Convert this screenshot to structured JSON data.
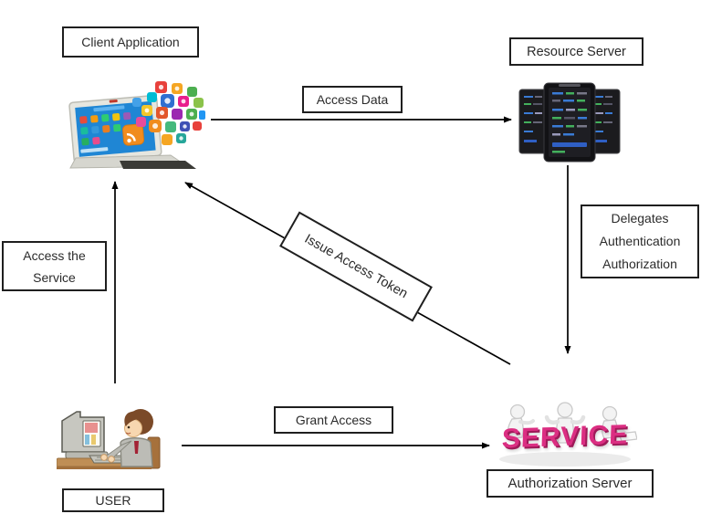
{
  "diagram_type": "oauth-flow-diagram",
  "nodes": {
    "client_app": {
      "label": "Client Application"
    },
    "resource_server": {
      "label": "Resource Server"
    },
    "authorization_server": {
      "label": "Authorization Server"
    },
    "user": {
      "label": "USER"
    }
  },
  "edges": {
    "access_data": {
      "label": "Access Data",
      "from": "client_app",
      "to": "resource_server"
    },
    "delegates": {
      "lines": [
        "Delegates",
        "Authentication",
        "Authorization"
      ],
      "from": "resource_server",
      "to": "authorization_server"
    },
    "issue_access_token": {
      "label": "Issue Access Token",
      "from": "authorization_server",
      "to": "client_app"
    },
    "access_the_service": {
      "lines": [
        "Access the",
        "Service"
      ],
      "from": "user",
      "to": "client_app"
    },
    "grant_access": {
      "label": "Grant Access",
      "from": "user",
      "to": "authorization_server"
    }
  },
  "illustrations": {
    "service_word": "SERVICE"
  },
  "colors": {
    "box_border": "#1f1f1f",
    "box_text": "#2b2b2b",
    "arrow": "#000000",
    "service_pink": "#db2e82",
    "service_pink_shadow": "#9e1a58"
  }
}
